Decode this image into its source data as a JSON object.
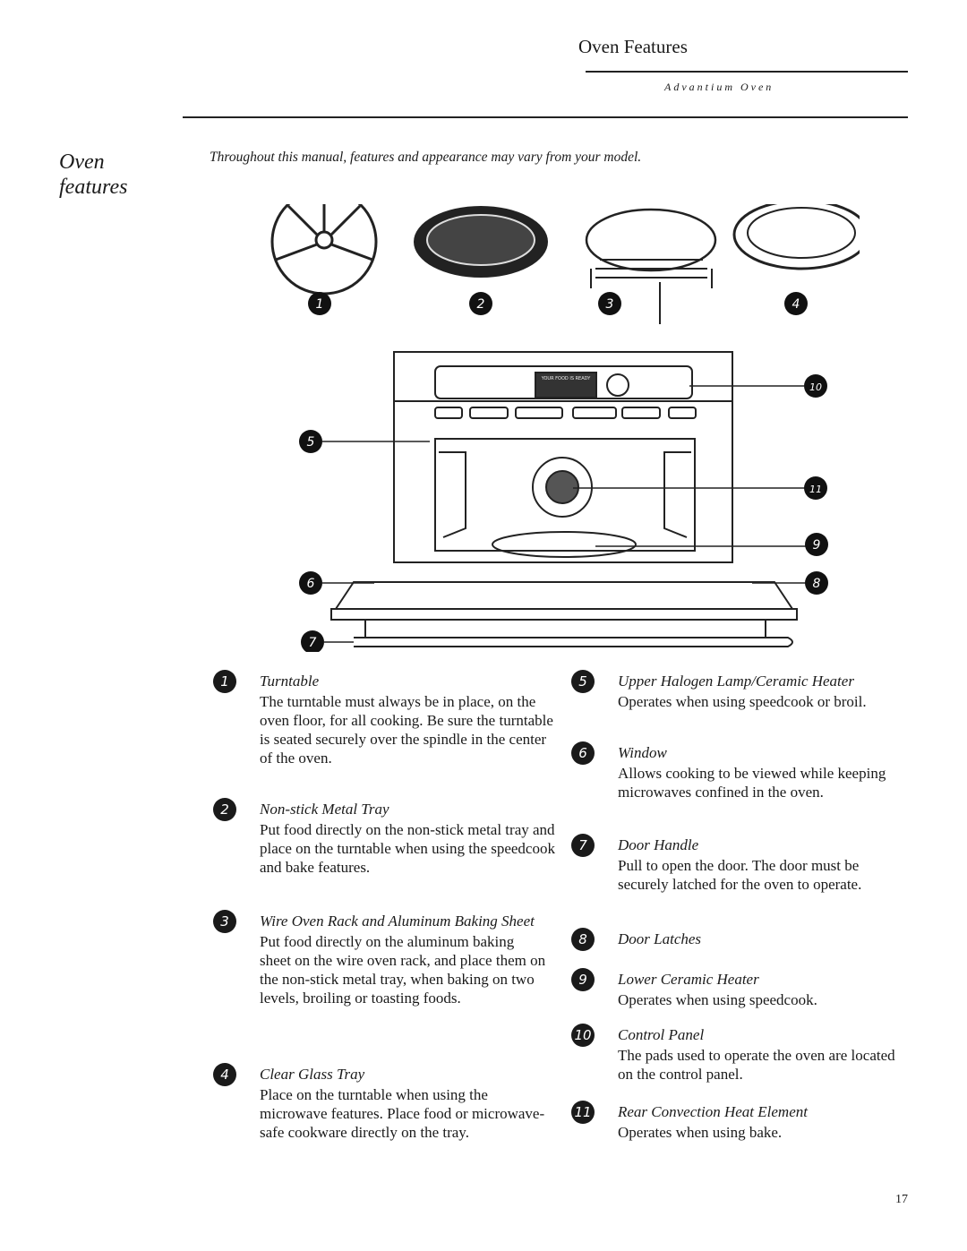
{
  "header": {
    "title": "Oven Features",
    "subtitle": "Advantium Oven"
  },
  "side_title": "Oven features",
  "intro": "Throughout this manual, features and appearance may vary from your model.",
  "diagram": {
    "display_text": "YOUR FOOD IS READY",
    "callouts": [
      "1",
      "2",
      "3",
      "4",
      "5",
      "6",
      "7",
      "8",
      "9",
      "10",
      "11"
    ]
  },
  "features": [
    {
      "num": "1",
      "title": "Turntable",
      "desc": "The turntable must always be in place, on the oven floor, for all cooking. Be sure the turntable is seated securely over the spindle in the center of the oven."
    },
    {
      "num": "2",
      "title": "Non-stick Metal Tray",
      "desc": "Put food directly on the non-stick metal tray and place on the turntable when using the speedcook and bake features."
    },
    {
      "num": "3",
      "title": "Wire Oven Rack and Aluminum Baking Sheet",
      "desc": "Put food directly on the aluminum baking sheet on the wire oven rack, and place them on the non-stick metal tray, when baking on two levels, broiling or toasting foods."
    },
    {
      "num": "4",
      "title": "Clear Glass Tray",
      "desc": "Place on the turntable when using the microwave features. Place food or microwave-safe cookware directly on the tray."
    },
    {
      "num": "5",
      "title": "Upper Halogen Lamp/Ceramic Heater",
      "desc": "Operates when using speedcook or broil."
    },
    {
      "num": "6",
      "title": "Window",
      "desc": "Allows cooking to be viewed while keeping microwaves confined in the oven."
    },
    {
      "num": "7",
      "title": "Door Handle",
      "desc": "Pull to open the door. The door must be securely latched for the oven to operate."
    },
    {
      "num": "8",
      "title": "Door Latches",
      "desc": ""
    },
    {
      "num": "9",
      "title": "Lower Ceramic Heater",
      "desc": "Operates when using speedcook."
    },
    {
      "num": "10",
      "title": "Control Panel",
      "desc": "The pads used to operate the oven are located on the control panel."
    },
    {
      "num": "11",
      "title": "Rear Convection Heat Element",
      "desc": "Operates when using bake."
    }
  ],
  "page_number": "17"
}
